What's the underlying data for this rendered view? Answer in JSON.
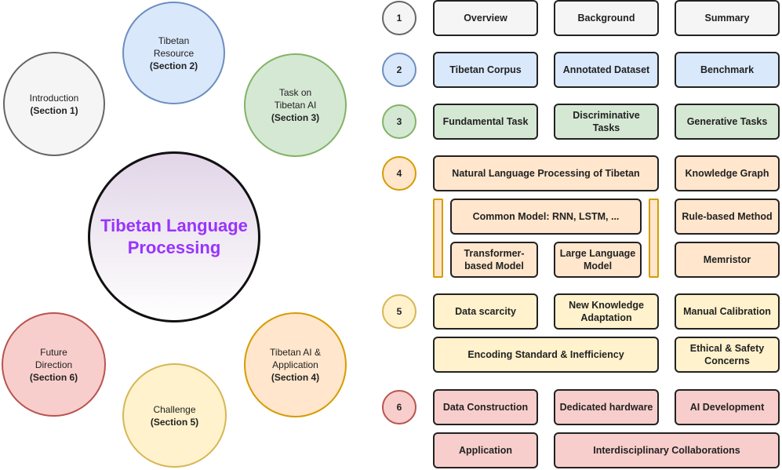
{
  "center_title": "Tibetan Language Processing",
  "sections": {
    "s1": {
      "name": "Introduction",
      "sec": "(Section 1)"
    },
    "s2": {
      "name": "Tibetan Resource",
      "sec": "(Section 2)"
    },
    "s3": {
      "name": "Task on Tibetan AI",
      "sec": "(Section 3)"
    },
    "s4": {
      "name": "Tibetan AI & Application",
      "sec": "(Section 4)"
    },
    "s5": {
      "name": "Challenge",
      "sec": "(Section 5)"
    },
    "s6": {
      "name": "Future Direction",
      "sec": "(Section 6)"
    }
  },
  "rows": {
    "r1": {
      "num": "1",
      "items": [
        "Overview",
        "Background",
        "Summary"
      ]
    },
    "r2": {
      "num": "2",
      "items": [
        "Tibetan Corpus",
        "Annotated Dataset",
        "Benchmark"
      ]
    },
    "r3": {
      "num": "3",
      "items": [
        "Fundamental Task",
        "Discriminative Tasks",
        "Generative Tasks"
      ]
    },
    "r4": {
      "num": "4",
      "items": [
        "Natural Language Processing of Tibetan",
        "Knowledge Graph",
        "Common Model: RNN, LSTM, ...",
        "Rule-based Method",
        "Transformer-based Model",
        "Large Language Model",
        "Memristor"
      ]
    },
    "r5": {
      "num": "5",
      "items": [
        "Data scarcity",
        "New Knowledge Adaptation",
        "Manual Calibration",
        "Encoding Standard & Inefficiency",
        "Ethical & Safety Concerns"
      ]
    },
    "r6": {
      "num": "6",
      "items": [
        "Data Construction",
        "Dedicated hardware",
        "AI Development",
        "Application",
        "Interdisciplinary Collaborations"
      ]
    }
  },
  "colors": {
    "gray": "#f5f5f5",
    "blue": "#dae8fc",
    "green": "#d5e8d4",
    "orange": "#ffe6cc",
    "yellow": "#fff2cc",
    "red": "#f8cecc",
    "title": "#9933ff"
  }
}
